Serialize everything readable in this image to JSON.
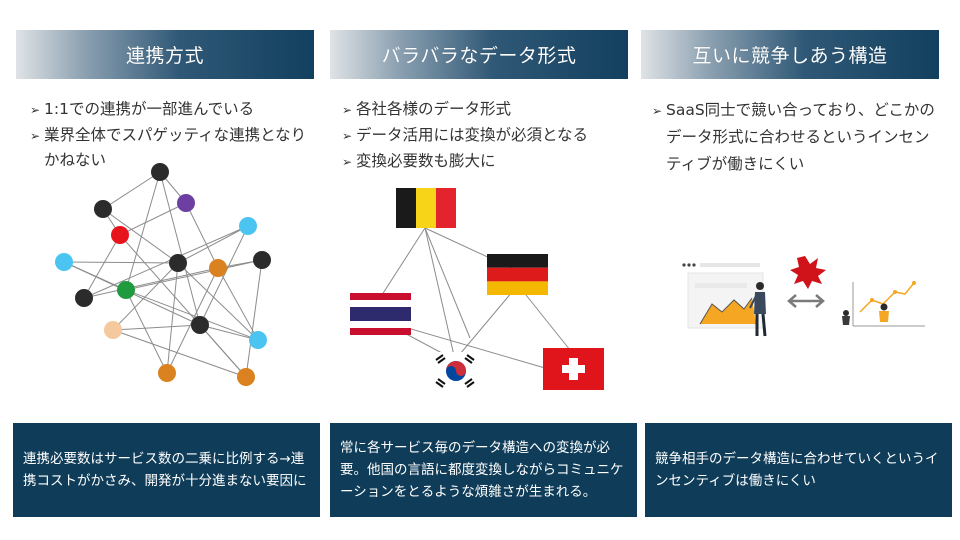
{
  "columns": [
    {
      "header": "連携方式",
      "bullets": [
        "1:1での連携が一部進んでいる",
        "業界全体でスパゲッティな連携となりかねない"
      ],
      "footer": "連携必要数はサービス数の二乗に比例する→連携コストがかさみ、開発が十分進まない要因に"
    },
    {
      "header": "バラバラなデータ形式",
      "bullets": [
        "各社各様のデータ形式",
        "データ活用には変換が必須となる",
        "変換必要数も膨大に"
      ],
      "footer": "常に各サービス毎のデータ構造への変換が必要。他国の言語に都度変換しながらコミュニケーションをとるような煩雑さが生まれる。"
    },
    {
      "header": "互いに競争しあう構造",
      "bullets": [
        "SaaS同士で競い合っており、どこかのデータ形式に合わせるというインセンティブが働きにくい"
      ],
      "footer": "競争相手のデータ構造に合わせていくというインセンティブは働きにくい"
    }
  ],
  "colors": {
    "header_dark": "#12405f",
    "footer_bg": "#0f3c58",
    "node_dark": "#2b2b2b",
    "node_blue": "#4cc4f2",
    "node_orange": "#d9821f",
    "node_red": "#e8141c",
    "node_green": "#1f9a3e",
    "node_purple": "#6e3fa3",
    "node_peach": "#f5c89d"
  },
  "icons": [
    "arrow-bullet-icon",
    "belgium-flag-icon",
    "germany-flag-icon",
    "thailand-flag-icon",
    "korea-flag-icon",
    "switzerland-flag-icon",
    "explosion-icon",
    "double-arrow-icon"
  ]
}
